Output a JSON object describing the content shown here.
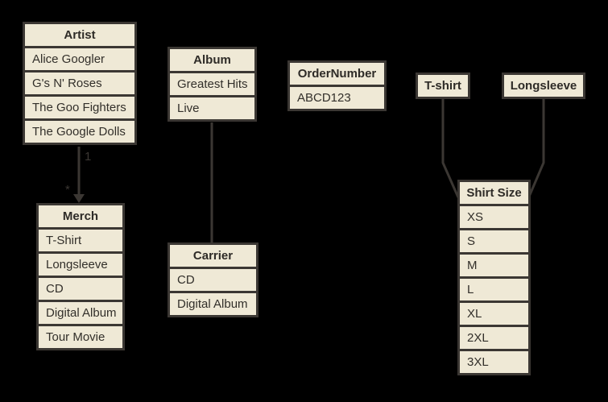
{
  "colors": {
    "background": "#000000",
    "cell_fill": "#efe9d6",
    "border_and_line": "#3b3733",
    "text": "#322f2a"
  },
  "tables": {
    "artist": {
      "header": "Artist",
      "rows": [
        "Alice Googler",
        "G's N' Roses",
        "The Goo Fighters",
        "The Google Dolls"
      ]
    },
    "album": {
      "header": "Album",
      "rows": [
        "Greatest Hits",
        "Live"
      ]
    },
    "ordernumber": {
      "header": "OrderNumber",
      "rows": [
        "ABCD123"
      ]
    },
    "tshirt": {
      "header": "T-shirt",
      "rows": []
    },
    "longsleeve": {
      "header": "Longsleeve",
      "rows": []
    },
    "merch": {
      "header": "Merch",
      "rows": [
        "T-Shirt",
        "Longsleeve",
        "CD",
        "Digital Album",
        "Tour Movie"
      ]
    },
    "carrier": {
      "header": "Carrier",
      "rows": [
        "CD",
        "Digital Album"
      ]
    },
    "shirtsize": {
      "header": "Shirt Size",
      "rows": [
        "XS",
        "S",
        "M",
        "L",
        "XL",
        "2XL",
        "3XL"
      ]
    }
  },
  "edges": {
    "artist_merch": {
      "from": "Artist",
      "to": "Merch",
      "source_label": "1",
      "target_label": "*",
      "arrowhead": true
    },
    "album_carrier": {
      "from": "Album",
      "to": "Carrier"
    },
    "tshirt_shirtsize": {
      "from": "T-shirt",
      "to": "Shirt Size"
    },
    "longsleeve_shirtsize": {
      "from": "Longsleeve",
      "to": "Shirt Size"
    }
  }
}
